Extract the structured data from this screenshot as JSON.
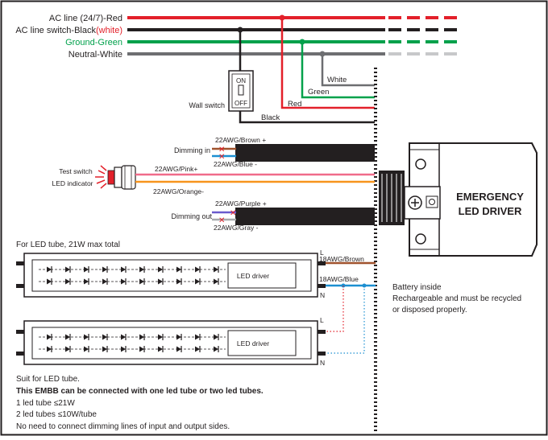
{
  "colors": {
    "red": "#e3202a",
    "black": "#231f20",
    "green": "#00a14b",
    "grey": "#6d6e71",
    "brown": "#a0522d",
    "blue": "#1c8fd1",
    "pink": "#f06b8a",
    "orange": "#f7941d",
    "purple": "#6a5acd"
  },
  "ac_lines": {
    "red_label_a": "AC line (24/7)-Red",
    "black_label_a": "AC line switch-Black",
    "black_label_b": "(white)",
    "green_label": "Ground-Green",
    "neutral_label": "Neutral-White"
  },
  "wall_switch": {
    "on": "ON",
    "off": "OFF",
    "label": "Wall switch"
  },
  "wire_labels": {
    "white": "White",
    "green": "Green",
    "red": "Red",
    "black": "Black"
  },
  "dimming_in": {
    "label": "Dimming in",
    "brown": "22AWG/Brown +",
    "blue": "22AWG/Blue -"
  },
  "test_switch": {
    "line1": "Test switch",
    "line2": "LED indicator",
    "pink": "22AWG/Pink+",
    "orange": "22AWG/Orange-"
  },
  "dimming_out": {
    "label": "Dimming out",
    "purple": "22AWG/Purple +",
    "gray": "22AWG/Gray -"
  },
  "driver_box": {
    "line1": "EMERGENCY",
    "line2": "LED DRIVER"
  },
  "led_section": {
    "title": "For LED tube, 21W max total",
    "led_driver_label": "LED driver",
    "brown_label": "18AWG/Brown",
    "blue_label": "18AWG/Blue",
    "terminal_l": "L",
    "terminal_n": "N"
  },
  "battery": {
    "line1": "Battery inside",
    "line2": "Rechargeable and must be recycled",
    "line3": "or disposed properly."
  },
  "notes": {
    "line1": "Suit for LED tube.",
    "line2": "This EMBB can be connected with one led tube or two led tubes.",
    "line3": "1 led tube ≤21W",
    "line4": "2 led tubes ≤10W/tube",
    "line5": "No need to connect dimming lines of input and output sides."
  }
}
